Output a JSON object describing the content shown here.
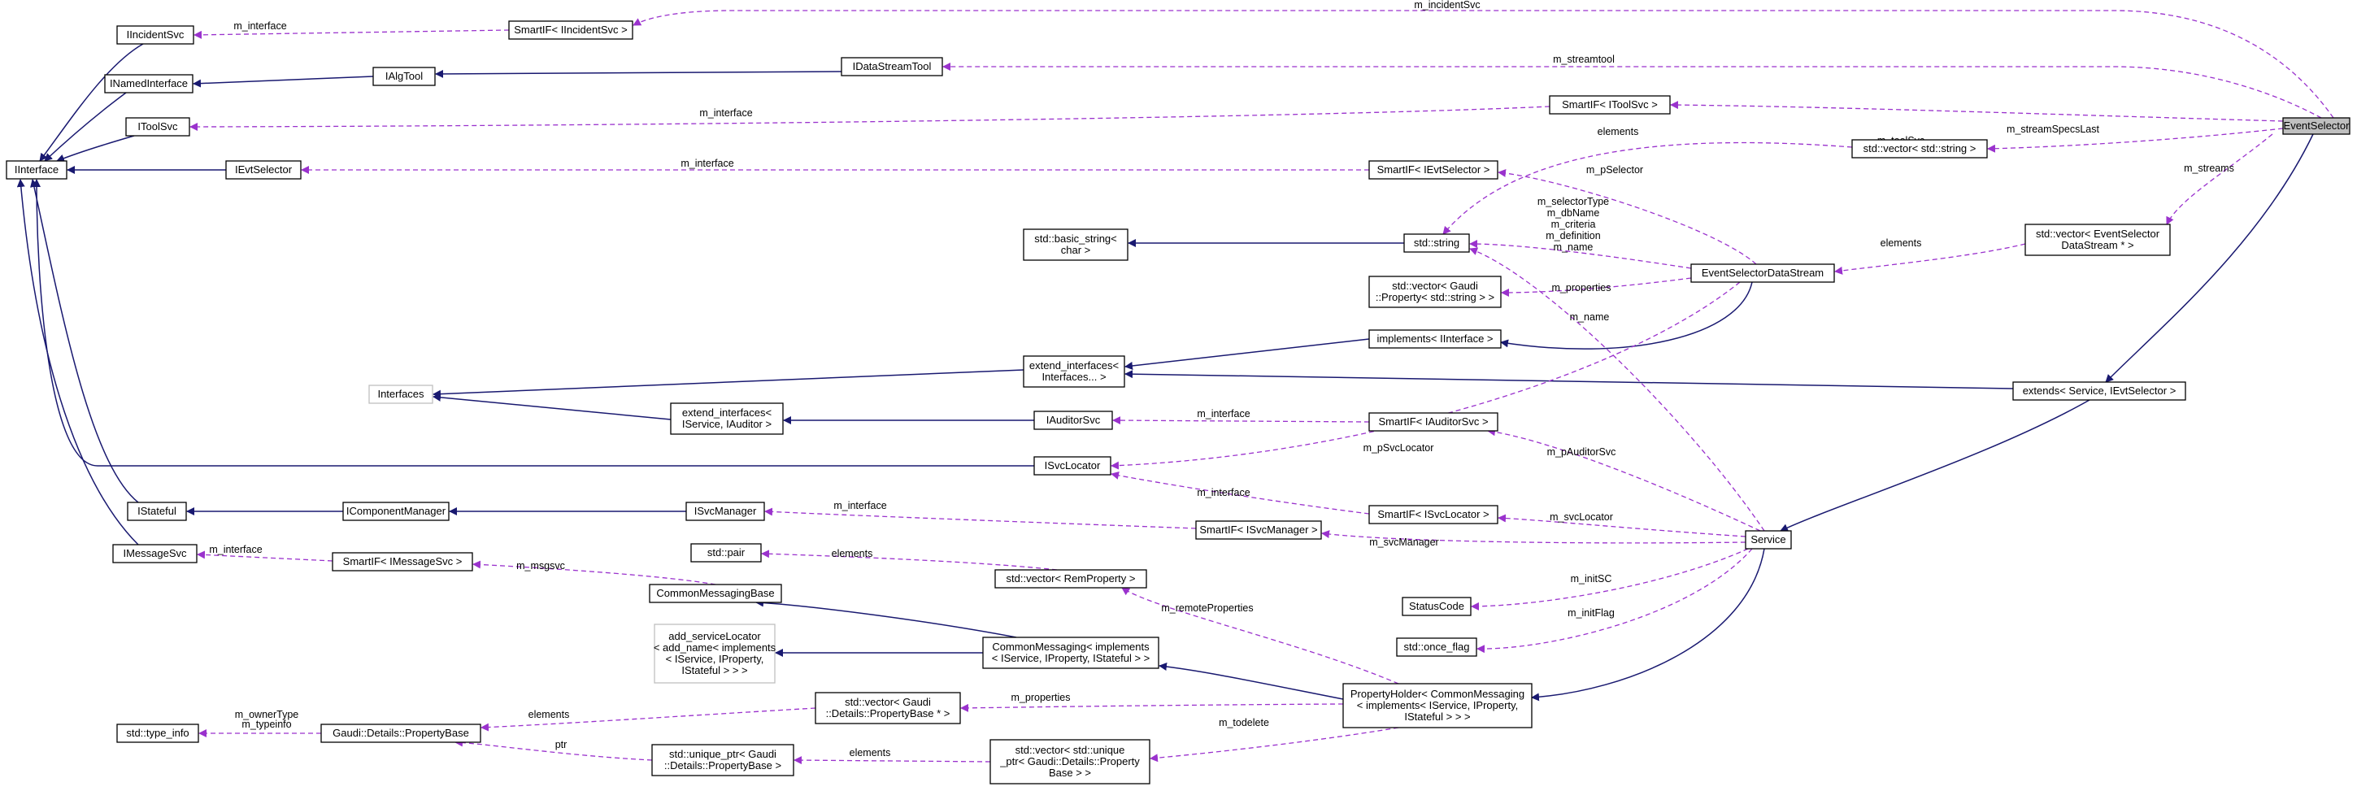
{
  "nodes": [
    {
      "id": "EventSelector",
      "lines": [
        "EventSelector"
      ],
      "focus": true
    },
    {
      "id": "IIncidentSvc",
      "lines": [
        "IIncidentSvc"
      ]
    },
    {
      "id": "INamedInterface",
      "lines": [
        "INamedInterface"
      ]
    },
    {
      "id": "IToolSvc",
      "lines": [
        "IToolSvc"
      ]
    },
    {
      "id": "IInterface",
      "lines": [
        "IInterface"
      ]
    },
    {
      "id": "SmartIF_IIncidentSvc",
      "lines": [
        "SmartIF< IIncidentSvc >"
      ]
    },
    {
      "id": "IAlgTool",
      "lines": [
        "IAlgTool"
      ]
    },
    {
      "id": "IDataStreamTool",
      "lines": [
        "IDataStreamTool"
      ]
    },
    {
      "id": "IEvtSelector",
      "lines": [
        "IEvtSelector"
      ]
    },
    {
      "id": "SmartIF_IToolSvc",
      "lines": [
        "SmartIF< IToolSvc >"
      ]
    },
    {
      "id": "vector_string",
      "lines": [
        "std::vector< std::string >"
      ]
    },
    {
      "id": "SmartIF_IEvtSelector",
      "lines": [
        "SmartIF< IEvtSelector >"
      ]
    },
    {
      "id": "basic_string",
      "lines": [
        "std::basic_string<",
        "char >"
      ]
    },
    {
      "id": "std_string",
      "lines": [
        "std::string"
      ]
    },
    {
      "id": "EventSelectorDataStream",
      "lines": [
        "EventSelectorDataStream"
      ]
    },
    {
      "id": "vector_EvtSelDataStream",
      "lines": [
        "std::vector< EventSelector",
        "DataStream * >"
      ]
    },
    {
      "id": "vector_GaudiProperty",
      "lines": [
        "std::vector< Gaudi",
        "::Property< std::string > >"
      ]
    },
    {
      "id": "implements_IInterface",
      "lines": [
        "implements< IInterface >"
      ]
    },
    {
      "id": "extend_interfaces",
      "lines": [
        "extend_interfaces<",
        "Interfaces... >"
      ]
    },
    {
      "id": "Interfaces",
      "lines": [
        "Interfaces"
      ],
      "gray": true
    },
    {
      "id": "extends_Service",
      "lines": [
        "extends< Service, IEvtSelector >"
      ]
    },
    {
      "id": "extend_interfaces_ISvc",
      "lines": [
        "extend_interfaces<",
        "IService, IAuditor >"
      ]
    },
    {
      "id": "IAuditorSvc",
      "lines": [
        "IAuditorSvc"
      ]
    },
    {
      "id": "SmartIF_IAuditorSvc",
      "lines": [
        "SmartIF< IAuditorSvc >"
      ]
    },
    {
      "id": "ISvcLocator",
      "lines": [
        "ISvcLocator"
      ]
    },
    {
      "id": "IStateful",
      "lines": [
        "IStateful"
      ]
    },
    {
      "id": "IComponentManager",
      "lines": [
        "IComponentManager"
      ]
    },
    {
      "id": "ISvcManager",
      "lines": [
        "ISvcManager"
      ]
    },
    {
      "id": "SmartIF_ISvcLocator",
      "lines": [
        "SmartIF< ISvcLocator >"
      ]
    },
    {
      "id": "SmartIF_ISvcManager",
      "lines": [
        "SmartIF< ISvcManager >"
      ]
    },
    {
      "id": "Service",
      "lines": [
        "Service"
      ]
    },
    {
      "id": "IMessageSvc",
      "lines": [
        "IMessageSvc"
      ]
    },
    {
      "id": "SmartIF_IMessageSvc",
      "lines": [
        "SmartIF< IMessageSvc >"
      ]
    },
    {
      "id": "std_pair",
      "lines": [
        "std::pair"
      ]
    },
    {
      "id": "vector_RemProperty",
      "lines": [
        "std::vector< RemProperty >"
      ]
    },
    {
      "id": "CommonMessagingBase",
      "lines": [
        "CommonMessagingBase"
      ]
    },
    {
      "id": "add_serviceLocator",
      "lines": [
        "add_serviceLocator",
        "< add_name< implements",
        "< IService, IProperty,",
        "IStateful > > >"
      ],
      "gray": true
    },
    {
      "id": "CommonMessaging",
      "lines": [
        "CommonMessaging< implements",
        "< IService, IProperty, IStateful > >"
      ]
    },
    {
      "id": "StatusCode",
      "lines": [
        "StatusCode"
      ]
    },
    {
      "id": "once_flag",
      "lines": [
        "std::once_flag"
      ]
    },
    {
      "id": "type_info",
      "lines": [
        "std::type_info"
      ]
    },
    {
      "id": "PropertyBase",
      "lines": [
        "Gaudi::Details::PropertyBase"
      ]
    },
    {
      "id": "vector_PropertyBase",
      "lines": [
        "std::vector< Gaudi",
        "::Details::PropertyBase * >"
      ]
    },
    {
      "id": "PropertyHolder",
      "lines": [
        "PropertyHolder< CommonMessaging",
        "< implements< IService, IProperty,",
        "IStateful > > >"
      ]
    },
    {
      "id": "unique_ptr_PropertyBase",
      "lines": [
        "std::unique_ptr< Gaudi",
        "::Details::PropertyBase >"
      ]
    },
    {
      "id": "vector_unique_ptr",
      "lines": [
        "std::vector< std::unique",
        "_ptr< Gaudi::Details::Property",
        "Base > >"
      ]
    }
  ],
  "edge_labels": {
    "m_incidentSvc": "m_incidentSvc",
    "m_interface": "m_interface",
    "m_streamtool": "m_streamtool",
    "m_toolSvc": "m_toolSvc",
    "m_streamSpecsLast": "m_streamSpecsLast",
    "elements": "elements",
    "m_pSelector": "m_pSelector",
    "m_streams": "m_streams",
    "m_selectorType": "m_selectorType",
    "m_dbName": "m_dbName",
    "m_criteria": "m_criteria",
    "m_definition": "m_definition",
    "m_name": "m_name",
    "m_properties": "m_properties",
    "m_pSvcLocator": "m_pSvcLocator",
    "m_pAuditorSvc": "m_pAuditorSvc",
    "m_svcLocator": "m_svcLocator",
    "m_svcManager": "m_svcManager",
    "m_msgsvc": "m_msgsvc",
    "m_initSC": "m_initSC",
    "m_initFlag": "m_initFlag",
    "m_remoteProperties": "m_remoteProperties",
    "m_ownerType": "m_ownerType",
    "m_typeinfo": "m_typeinfo",
    "m_todelete": "m_todelete",
    "ptr": "ptr"
  },
  "colors": {
    "inheritance": "#191970",
    "usage": "#9a32cd",
    "focus_fill": "#bfbfbf",
    "external_border": "#bfbfbf"
  }
}
